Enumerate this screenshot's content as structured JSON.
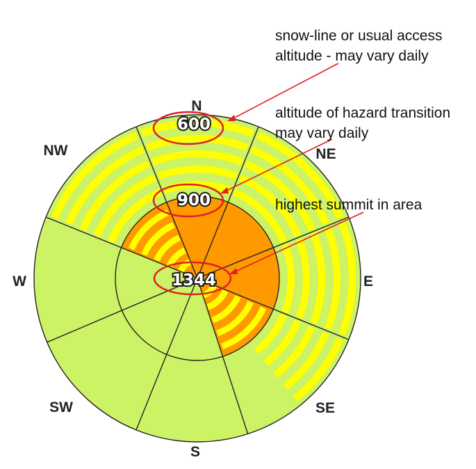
{
  "compass": {
    "n": "N",
    "ne": "NE",
    "e": "E",
    "se": "SE",
    "s": "S",
    "sw": "SW",
    "w": "W",
    "nw": "NW"
  },
  "altitudes": {
    "outer": "600",
    "middle": "900",
    "center": "1344"
  },
  "annotations": {
    "access_line1": "snow-line or usual access",
    "access_line2": "altitude  - may vary daily",
    "transition_line1": "altitude of hazard transition",
    "transition_line2": "may vary daily",
    "summit": "highest summit in area"
  },
  "colors": {
    "safe": "#ccf266",
    "caution": "#ffff00",
    "danger": "#ff9900",
    "ring_outline": "#222222",
    "callout": "#e02020"
  },
  "hazard": {
    "outer_band_striped_sectors": [
      "N",
      "NE",
      "E",
      "NW"
    ],
    "outer_band_half_striped_sectors": [
      "SE"
    ],
    "inner_band_striped_sectors": [
      "NW",
      "SE"
    ],
    "inner_band_solid_danger_sectors": [
      "N",
      "NE",
      "E"
    ]
  }
}
